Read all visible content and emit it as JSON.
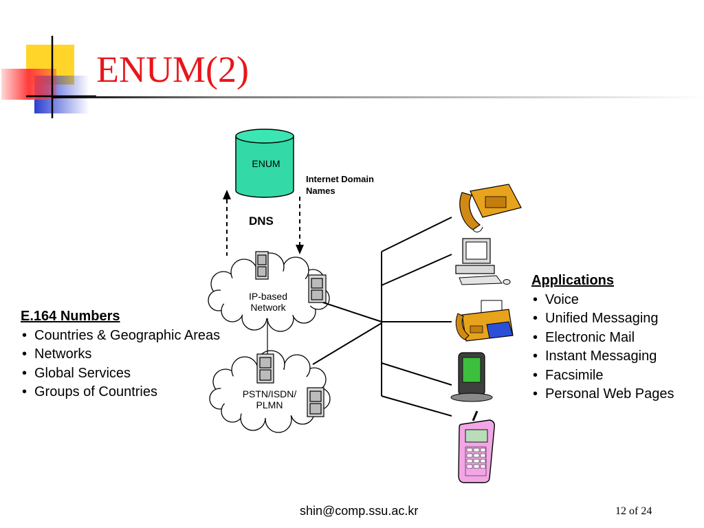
{
  "slide": {
    "title": "ENUM(2)",
    "footer_email": "shin@comp.ssu.ac.kr",
    "page_indicator": "12 of 24"
  },
  "diagram": {
    "enum_db_label": "ENUM",
    "internet_domain_names": [
      "Internet Domain",
      "Names"
    ],
    "dns_label": "DNS",
    "ip_network": [
      "IP-based",
      "Network"
    ],
    "pstn_network": [
      "PSTN/ISDN/",
      "PLMN"
    ]
  },
  "e164": {
    "heading": "E.164 Numbers",
    "items": [
      "Countries & Geographic Areas",
      "Networks",
      "Global Services",
      "Groups of Countries"
    ]
  },
  "applications": {
    "heading": "Applications",
    "items": [
      "Voice",
      "Unified Messaging",
      "Electronic Mail",
      "Instant Messaging",
      "Facsimile",
      "Personal Web Pages"
    ]
  },
  "colors": {
    "title": "#e8161b",
    "enum_db": "#33d9a6",
    "deco_yellow": "#ffd52a",
    "deco_red": "#ff3b3b",
    "deco_blue": "#2b3fd0"
  },
  "devices": [
    "telephone-icon",
    "computer-icon",
    "fax-icon",
    "pda-icon",
    "mobile-phone-icon"
  ]
}
